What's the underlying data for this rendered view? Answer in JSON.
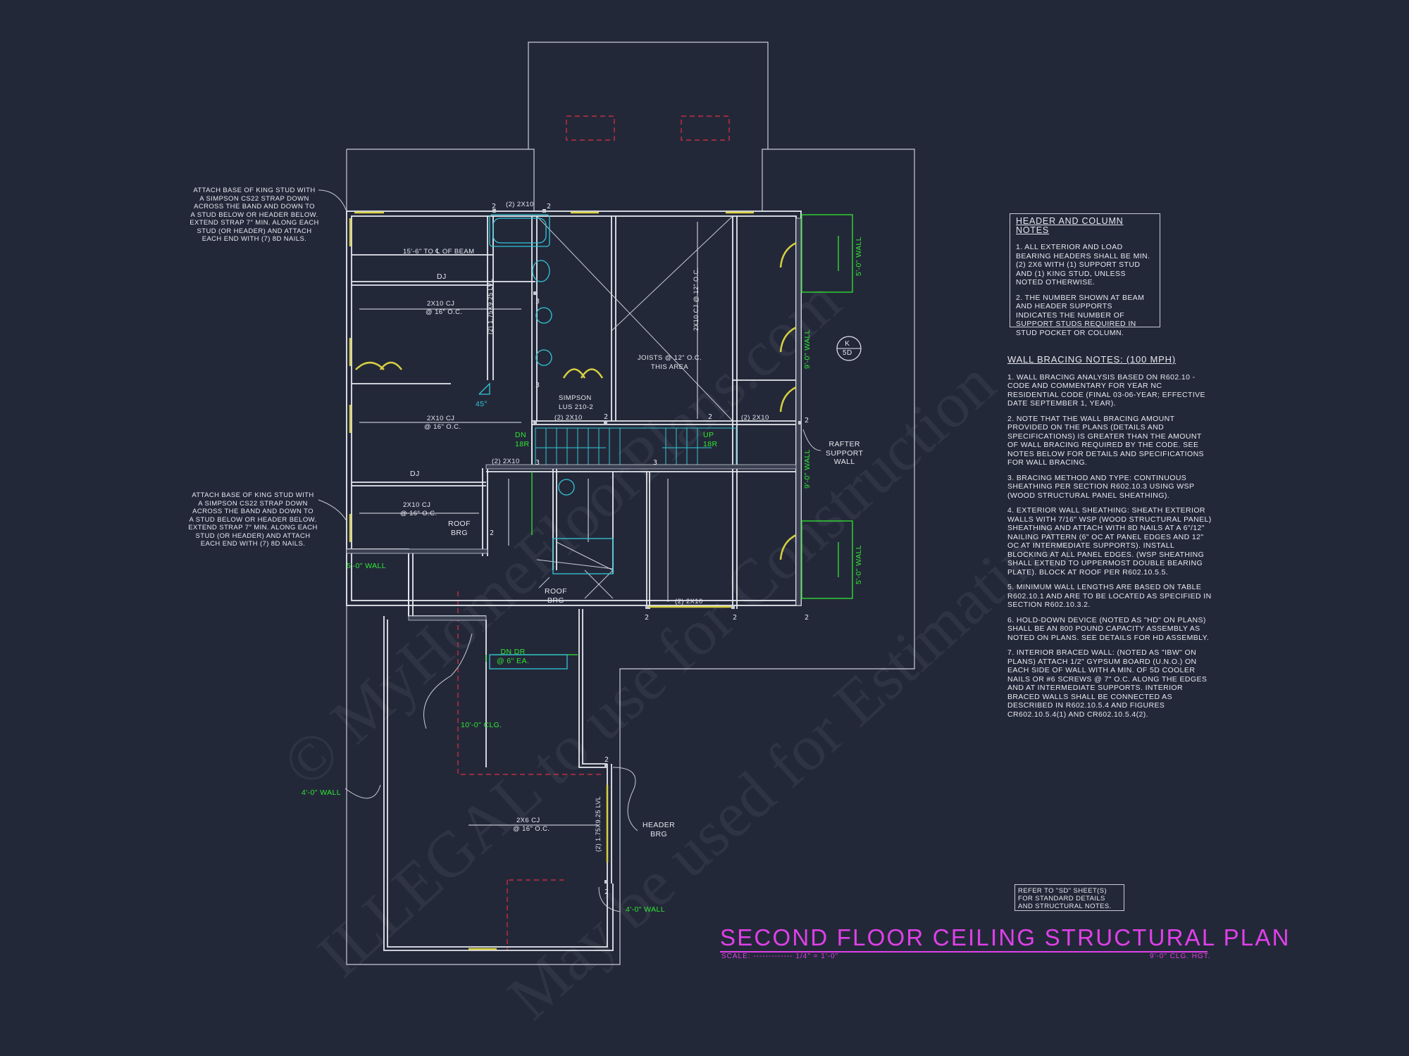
{
  "watermark": {
    "line1": "© MyHomeFloorPlans.com",
    "line2": "ILLEGAL to use for Construction",
    "line3": "May be used for Estimating"
  },
  "annotations": {
    "king_stud_note_top": [
      "ATTACH BASE OF KING STUD WITH",
      "A SIMPSON CS22 STRAP DOWN",
      "ACROSS THE BAND AND DOWN TO",
      "A STUD BELOW OR HEADER BELOW.",
      "EXTEND STRAP 7\" MIN. ALONG EACH",
      "STUD (OR HEADER) AND ATTACH",
      "EACH END WITH (7) 8d NAILS."
    ],
    "king_stud_note_bottom": [
      "ATTACH BASE OF KING STUD WITH",
      "A SIMPSON CS22 STRAP DOWN",
      "ACROSS THE BAND AND DOWN TO",
      "A STUD BELOW OR HEADER BELOW.",
      "EXTEND STRAP 7\" MIN. ALONG EACH",
      "STUD (OR HEADER) AND ATTACH",
      "EACH END WITH (7) 8d NAILS."
    ],
    "beam_span": "15'-6\" TO ℄ OF BEAM",
    "dj": "DJ",
    "cj_2x10": "2x10 CJ",
    "cj_2x6": "2x6 CJ",
    "at_16": "@ 16\" O.C.",
    "header_2x10": "(2) 2x10",
    "lvl_left": "(2) 1.75x9.25 LVL",
    "lvl_right": "(2) 1.75x9.25 LVL",
    "joists_label": "2x10 CJ @ 12\" O.C.",
    "joists_area": [
      "JOISTS @ 12\" O.C.",
      "THIS AREA"
    ],
    "simpson": [
      "SIMPSON",
      "LUS 210-2"
    ],
    "angle": "45°",
    "dn_18r": [
      "DN",
      "18R"
    ],
    "up_18r": [
      "UP",
      "18R"
    ],
    "rafter_support": [
      "RAFTER",
      "SUPPORT",
      "WALL"
    ],
    "roof_brg": [
      "ROOF",
      "BRG"
    ],
    "wall_5ft": "5'-0\" WALL",
    "wall_9ft": "9'-0\" WALL",
    "wall_4ft": "4'-0\" WALL",
    "dn_dr": [
      "DN DR",
      "@ 6\" EA."
    ],
    "ceiling_10ft": "10'-0\" CLG.",
    "header_brg": [
      "HEADER",
      "BRG"
    ],
    "section_tag": [
      "K",
      "5D"
    ],
    "stud_counts": [
      "2",
      "3"
    ]
  },
  "header_notes": {
    "title": "HEADER AND COLUMN NOTES",
    "items": [
      "1. ALL EXTERIOR AND LOAD BEARING HEADERS SHALL BE MIN. (2) 2x6 WITH (1) SUPPORT STUD AND (1) KING STUD, UNLESS NOTED OTHERWISE.",
      "2. THE NUMBER SHOWN AT BEAM AND HEADER SUPPORTS INDICATES THE NUMBER OF SUPPORT STUDS REQUIRED IN STUD POCKET OR COLUMN."
    ]
  },
  "wall_bracing": {
    "title": "WALL BRACING NOTES: (100 MPH)",
    "items": [
      "1. WALL BRACING ANALYSIS BASED ON R602.10 - CODE AND COMMENTARY FOR YEAR NC RESIDENTIAL CODE (FINAL 03-06-YEAR; EFFECTIVE DATE SEPTEMBER 1, YEAR).",
      "2. NOTE THAT THE WALL BRACING AMOUNT PROVIDED ON THE PLANS (DETAILS AND SPECIFICATIONS) IS GREATER THAN THE AMOUNT OF WALL BRACING REQUIRED BY THE CODE. SEE NOTES BELOW FOR DETAILS AND SPECIFICATIONS FOR WALL BRACING.",
      "3. BRACING METHOD AND TYPE: CONTINUOUS SHEATHING PER SECTION R602.10.3 USING WSP (WOOD STRUCTURAL PANEL SHEATHING).",
      "4. EXTERIOR WALL SHEATHING: SHEATH EXTERIOR WALLS WITH 7/16\" WSP (WOOD STRUCTURAL PANEL) SHEATHING AND ATTACH WITH 8d NAILS AT A 6\"/12\" NAILING PATTERN (6\" OC AT PANEL EDGES AND 12\" OC AT INTERMEDIATE SUPPORTS). INSTALL BLOCKING AT ALL PANEL EDGES. (WSP SHEATHING SHALL EXTEND TO UPPERMOST DOUBLE BEARING PLATE). BLOCK AT ROOF PER R602.10.5.5.",
      "5. MINIMUM WALL LENGTHS ARE BASED ON TABLE R602.10.1 AND ARE TO BE LOCATED AS SPECIFIED IN SECTION R602.10.3.2.",
      "6. HOLD-DOWN DEVICE (NOTED AS \"HD\" ON PLANS) SHALL BE AN 800 POUND CAPACITY ASSEMBLY AS NOTED ON PLANS. SEE DETAILS FOR HD ASSEMBLY.",
      "7. INTERIOR BRACED WALL: (NOTED AS \"IBW\" ON PLANS) ATTACH 1/2\" GYPSUM BOARD (U.N.O.) ON EACH SIDE OF WALL WITH A MIN. OF 5d COOLER NAILS OR #6 SCREWS @ 7\" O.C. ALONG THE EDGES AND AT INTERMEDIATE SUPPORTS. INTERIOR BRACED WALLS SHALL BE CONNECTED AS DESCRIBED IN R602.10.5.4 AND FIGURES CR602.10.5.4(1) AND CR602.10.5.4(2)."
    ]
  },
  "refer_note": [
    "REFER TO \"SD\" SHEET(S)",
    "FOR STANDARD DETAILS",
    "AND STRUCTURAL NOTES."
  ],
  "title_block": {
    "title": "SECOND FLOOR CEILING STRUCTURAL PLAN",
    "scale": "SCALE: ------------- 1/4\" = 1'-0\"",
    "ceiling_height": "9'-0\" CLG. HGT."
  },
  "colors": {
    "background": "#232839",
    "line": "#c8ccd6",
    "wall": "#e6e8ee",
    "yellow": "#d8d040",
    "cyan": "#30c8d8",
    "green": "#30e830",
    "red": "#e03040",
    "magenta": "#e040e8"
  }
}
